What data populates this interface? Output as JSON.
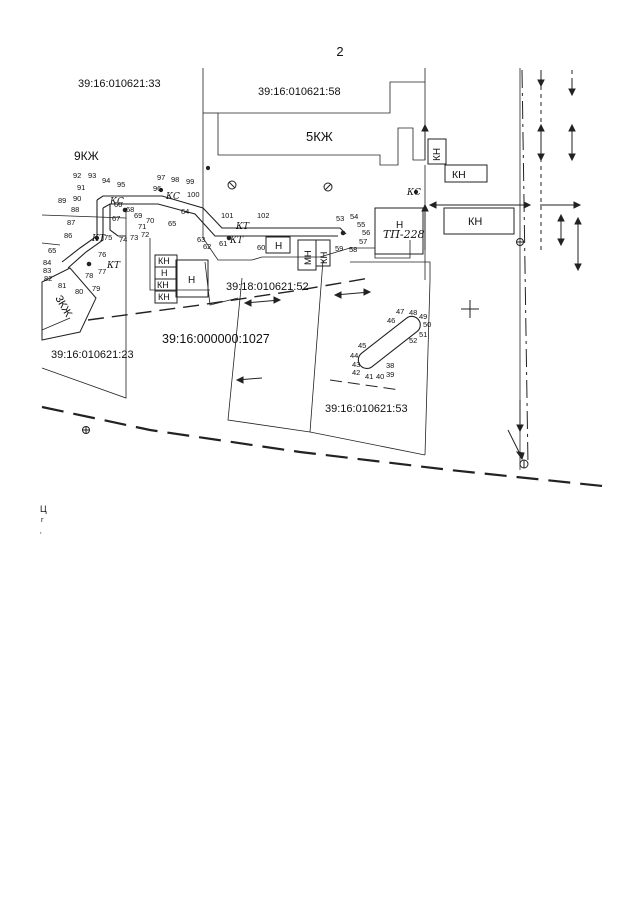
{
  "page_number": "2",
  "parcels": {
    "p33": "39:16:010621:33",
    "p58": "39:16:010621:58",
    "p52": "39:18:010621:52",
    "p1027": "39:16:000000:1027",
    "p23": "39:16:010621:23",
    "p53": "39:16:010621:53"
  },
  "buildings": {
    "b5": "5КЖ",
    "b9": "9КЖ",
    "b3": "3КЖ",
    "kn1": "КН",
    "kn2": "КН",
    "kn3": "КН",
    "tp_h": "Н",
    "tp": "ТП-228",
    "mn": "МН",
    "h60": "Н",
    "kn_v": "КН",
    "s_kn1": "КН",
    "s_kn2": "КН",
    "s_kn3": "КН",
    "s_n": "Н",
    "s_big": "Н"
  },
  "wells": {
    "ks1": "КС",
    "ks2": "КС",
    "ks3": "КС",
    "kt1": "КТ",
    "kt2": "КТ",
    "kt3": "КТ",
    "kt4": "КТ"
  },
  "points": {
    "n38": "38",
    "n39": "39",
    "n40": "40",
    "n41": "41",
    "n42": "42",
    "n43": "43",
    "n44": "44",
    "n45": "45",
    "n46": "46",
    "n47": "47",
    "n48": "48",
    "n49": "49",
    "n50": "50",
    "n51": "51",
    "n52": "52",
    "n53": "53",
    "n54": "54",
    "n55": "55",
    "n56": "56",
    "n57": "57",
    "n58": "58",
    "n59": "59",
    "n60": "60",
    "n61": "61",
    "n62": "62",
    "n63": "63",
    "n64": "64",
    "n65": "65",
    "n65b": "65",
    "n66": "66",
    "n67": "67",
    "n68": "68",
    "n69": "69",
    "n70": "70",
    "n71": "71",
    "n72": "72",
    "n73": "73",
    "n74": "74",
    "n75": "75",
    "n76": "76",
    "n77": "77",
    "n78": "78",
    "n79": "79",
    "n80": "80",
    "n81": "81",
    "n82": "82",
    "n83": "83",
    "n84": "84",
    "n86": "86",
    "n87": "87",
    "n88": "88",
    "n89": "89",
    "n90": "90",
    "n91": "91",
    "n92": "92",
    "n93": "93",
    "n94": "94",
    "n95": "95",
    "n96": "96",
    "n97": "97",
    "n98": "98",
    "n99": "99",
    "n100": "100",
    "n101": "101",
    "n102": "102"
  },
  "footnote_marks": [
    "Ц",
    "г",
    "‚"
  ]
}
